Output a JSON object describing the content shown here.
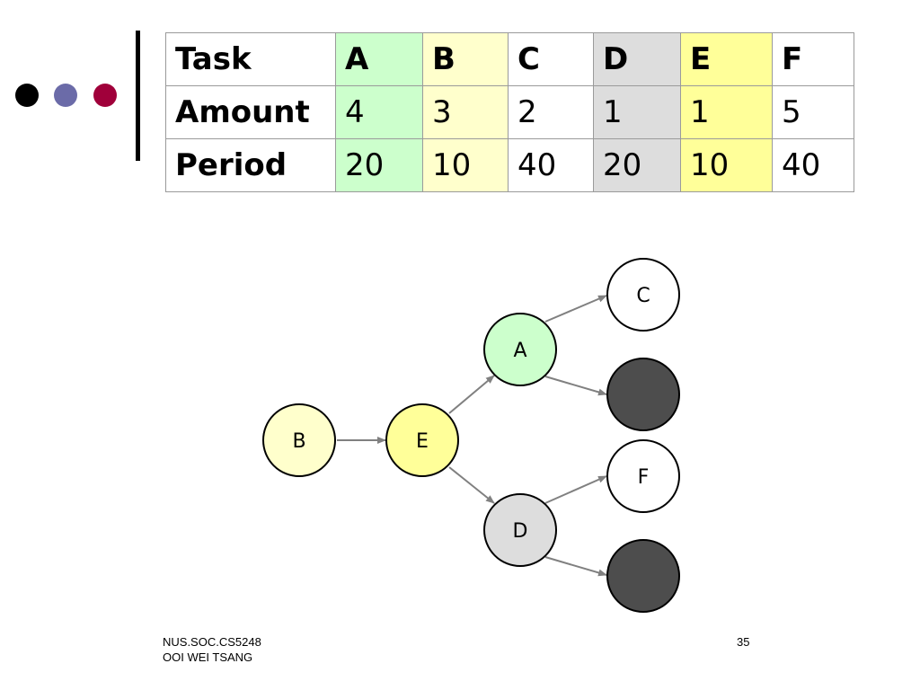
{
  "colors": {
    "bullet_black": "#000000",
    "bullet_purple": "#6b6ba8",
    "bullet_crimson": "#a0003a",
    "task_A": "#ccffcc",
    "task_B": "#ffffcc",
    "task_C": "#ffffff",
    "task_D": "#dddddd",
    "task_E": "#ffff99",
    "task_F": "#ffffff",
    "empty_node": "#4d4d4d",
    "edge": "#808080"
  },
  "table": {
    "header": [
      "Task",
      "A",
      "B",
      "C",
      "D",
      "E",
      "F"
    ],
    "amount_label": "Amount",
    "amounts": [
      "4",
      "3",
      "2",
      "1",
      "1",
      "5"
    ],
    "period_label": "Period",
    "periods": [
      "20",
      "10",
      "40",
      "20",
      "10",
      "40"
    ]
  },
  "tree": {
    "nodes": {
      "B": {
        "label": "B",
        "color": "#ffffcc"
      },
      "E": {
        "label": "E",
        "color": "#ffff99"
      },
      "A": {
        "label": "A",
        "color": "#ccffcc"
      },
      "D": {
        "label": "D",
        "color": "#dddddd"
      },
      "C": {
        "label": "C",
        "color": "#ffffff"
      },
      "F": {
        "label": "F",
        "color": "#ffffff"
      },
      "X1": {
        "label": "",
        "color": "#4d4d4d"
      },
      "X2": {
        "label": "",
        "color": "#4d4d4d"
      }
    },
    "edges": [
      [
        "B",
        "E"
      ],
      [
        "E",
        "A"
      ],
      [
        "E",
        "D"
      ],
      [
        "A",
        "C"
      ],
      [
        "A",
        "X1"
      ],
      [
        "D",
        "F"
      ],
      [
        "D",
        "X2"
      ]
    ]
  },
  "footer": {
    "line1": "NUS.SOC.CS5248",
    "line2": "OOI WEI TSANG",
    "page_number": "35"
  }
}
